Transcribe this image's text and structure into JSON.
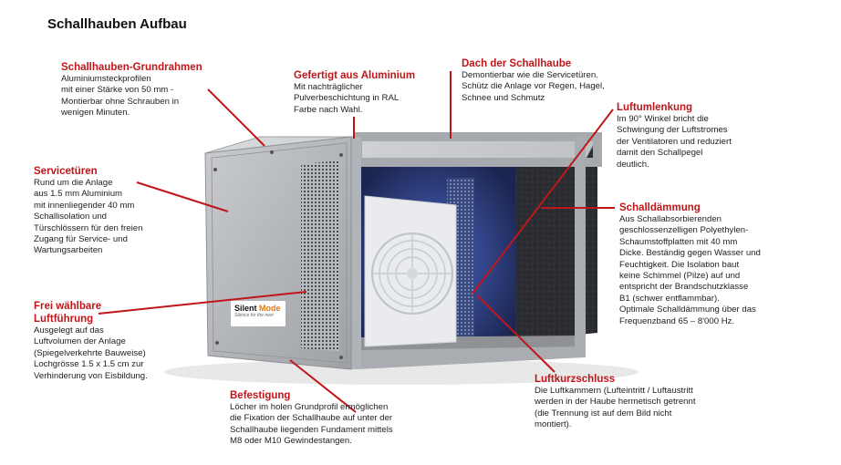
{
  "title": "Schallhauben Aufbau",
  "colors": {
    "accent": "#c0161a",
    "steel": "#b4b6b9",
    "foam": "#2a2c31",
    "brand_accent": "#e07a16"
  },
  "brand": {
    "name_main": "Silent ",
    "name_accent": "Mode",
    "tagline": "Silence for the next"
  },
  "callouts": {
    "grundrahmen": {
      "heading": "Schallhauben-Grundrahmen",
      "body": "Aluminiumsteckprofilen\nmit einer Stärke von 50 mm -\nMontierbar ohne Schrauben in\nwenigen Minuten."
    },
    "aluminium": {
      "heading": "Gefertigt aus Aluminium",
      "body": "Mit nachträglicher\nPulverbeschichtung in RAL\nFarbe nach Wahl."
    },
    "dach": {
      "heading": "Dach der Schallhaube",
      "body": "Demontierbar wie die Servicetüren.\nSchütz die Anlage vor Regen, Hagel,\nSchnee und Schmutz"
    },
    "luftumlenkung": {
      "heading": "Luftumlenkung",
      "body": "Im 90° Winkel bricht die\nSchwingung der Luftstromes\nder Ventilatoren und reduziert\ndamit den Schallpegel\ndeutlich."
    },
    "servicetueren": {
      "heading": "Servicetüren",
      "body": "Rund um die Anlage\naus 1.5 mm Aluminium\nmit innenliegender 40 mm\nSchallisolation und\nTürschlössern für den freien\nZugang für Service- und\nWartungsarbeiten"
    },
    "schalldaemmung": {
      "heading": "Schalldämmung",
      "body": "Aus Schallabsorbierenden\ngeschlossenzelligen Polyethylen-\nSchaumstoffplatten mit 40 mm\nDicke. Beständig gegen Wasser und\nFeuchtigkeit. Die Isolation baut\nkeine Schimmel (Pilze) auf und\nentspricht der Brandschutzklasse\nB1 (schwer entflammbar).\nOptimale Schalldämmung über das\nFrequenzband 65 – 8'000 Hz."
    },
    "luftfuehrung": {
      "heading": "Frei wählbare\nLuftführung",
      "body": "Ausgelegt auf das\nLuftvolumen der Anlage\n(Spiegelverkehrte Bauweise)\nLochgrösse 1.5 x 1.5 cm zur\nVerhinderung von Eisbildung."
    },
    "befestigung": {
      "heading": "Befestigung",
      "body": "Löcher im holen Grundprofil ermöglichen\ndie Fixation der Schallhaube auf unter der\nSchallhaube liegenden Fundament mittels\nM8 oder M10 Gewindestangen."
    },
    "kurzschluss": {
      "heading": "Luftkurzschluss",
      "body": "Die Luftkammern (Lufteintritt / Luftaustritt\nwerden in der Haube hermetisch getrennt\n(die Trennung ist auf dem Bild nicht\nmontiert)."
    }
  }
}
